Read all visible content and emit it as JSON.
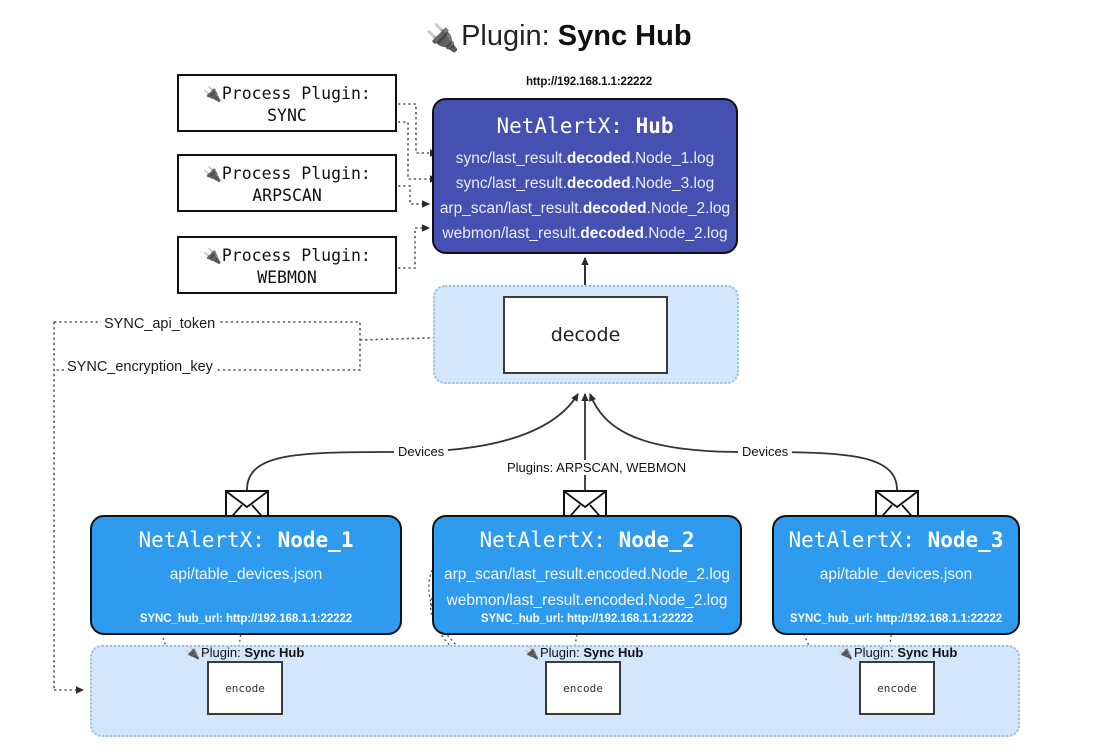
{
  "title": {
    "icon": "plug-icon",
    "prefix": "Plugin:",
    "name": "Sync Hub"
  },
  "process_plugins": [
    {
      "icon": "plug-icon",
      "line1": "Process Plugin:",
      "line2": "SYNC"
    },
    {
      "icon": "plug-icon",
      "line1": "Process Plugin:",
      "line2": "ARPSCAN"
    },
    {
      "icon": "plug-icon",
      "line1": "Process Plugin:",
      "line2": "WEBMON"
    }
  ],
  "hub": {
    "url": "http://192.168.1.1:22222",
    "title_prefix": "NetAlertX:",
    "title_name": "Hub",
    "logs": [
      {
        "pre": "sync/last_result.",
        "mid": "decoded",
        "post": ".Node_1.log"
      },
      {
        "pre": "sync/last_result.",
        "mid": "decoded",
        "post": ".Node_3.log"
      },
      {
        "pre": "arp_scan/last_result.",
        "mid": "decoded",
        "post": ".Node_2.log"
      },
      {
        "pre": "webmon/last_result.",
        "mid": "decoded",
        "post": ".Node_2.log"
      }
    ]
  },
  "env": {
    "api_token": "SYNC_api_token",
    "encryption_key": "SYNC_encryption_key"
  },
  "decode": {
    "label": "decode"
  },
  "edges": {
    "devices_left": "Devices",
    "devices_right": "Devices",
    "plugins_middle": "Plugins: ARPSCAN, WEBMON"
  },
  "nodes": [
    {
      "title_prefix": "NetAlertX:",
      "title_name": "Node_1",
      "lines": [
        "api/table_devices.json"
      ],
      "footer": "SYNC_hub_url: http://192.168.1.1:22222",
      "envelope_icon": "envelope-icon"
    },
    {
      "title_prefix": "NetAlertX:",
      "title_name": "Node_2",
      "lines": [
        "arp_scan/last_result.encoded.Node_2.log",
        "webmon/last_result.encoded.Node_2.log"
      ],
      "footer": "SYNC_hub_url: http://192.168.1.1:22222",
      "envelope_icon": "envelope-icon"
    },
    {
      "title_prefix": "NetAlertX:",
      "title_name": "Node_3",
      "lines": [
        "api/table_devices.json"
      ],
      "footer": "SYNC_hub_url: http://192.168.1.1:22222",
      "envelope_icon": "envelope-icon"
    }
  ],
  "plugin_instances": [
    {
      "icon": "plug-icon",
      "prefix": "Plugin:",
      "name": "Sync Hub",
      "box_label": "encode"
    },
    {
      "icon": "plug-icon",
      "prefix": "Plugin:",
      "name": "Sync Hub",
      "box_label": "encode"
    },
    {
      "icon": "plug-icon",
      "prefix": "Plugin:",
      "name": "Sync Hub",
      "box_label": "encode"
    }
  ],
  "colors": {
    "hub_fill": "#4550b0",
    "node_fill": "#2f9bef",
    "panel_fill": "#d4e7fa",
    "panel_border": "#9dbfdf",
    "stroke": "#111111"
  }
}
